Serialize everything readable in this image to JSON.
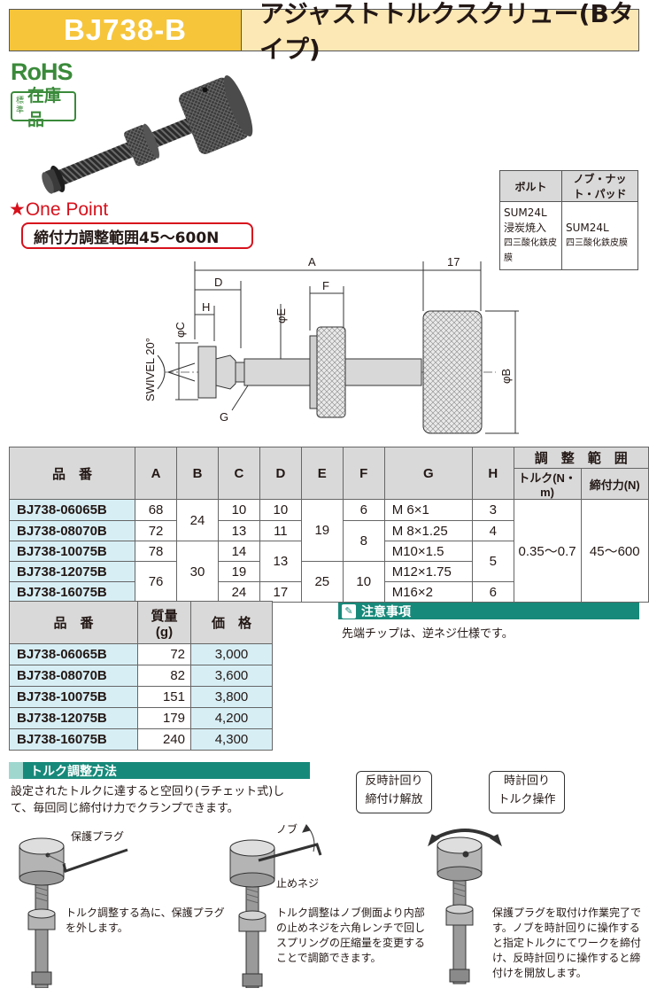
{
  "header": {
    "code": "BJ738-B",
    "title": "アジャストトルクスクリュー(Bタイプ)"
  },
  "badges": {
    "rohs": "RoHS",
    "stock_small": "標準",
    "stock_big": "在庫品"
  },
  "one_point": {
    "head": "★One Point",
    "text": "締付力調整範囲45〜600N"
  },
  "material": {
    "headers": [
      "ボルト",
      "ノブ・ナット・パッド"
    ],
    "bolt": [
      "SUM24L",
      "浸炭焼入",
      "四三酸化鉄皮膜"
    ],
    "knob": [
      "SUM24L",
      "四三酸化鉄皮膜"
    ]
  },
  "drawing": {
    "labels": {
      "A": "A",
      "d17": "17",
      "D": "D",
      "F": "F",
      "H": "H",
      "phiC": "φC",
      "phiE": "φE",
      "phiB": "φB",
      "G": "G",
      "swivel": "SWIVEL 20°"
    }
  },
  "spec": {
    "headers": {
      "pn": "品　番",
      "A": "A",
      "B": "B",
      "C": "C",
      "D": "D",
      "E": "E",
      "F": "F",
      "G": "G",
      "H": "H",
      "range": "調　整　範　囲",
      "torque": "トルク(N・m)",
      "force": "締付力(N)"
    },
    "rows": [
      {
        "pn": "BJ738-06065B",
        "A": "68",
        "C": "10",
        "D": "10",
        "F": "6",
        "G": "M 6×1",
        "H": "3"
      },
      {
        "pn": "BJ738-08070B",
        "A": "72",
        "C": "13",
        "D": "11",
        "G": "M 8×1.25",
        "H": "4"
      },
      {
        "pn": "BJ738-10075B",
        "A": "78",
        "C": "14",
        "G": "M10×1.5"
      },
      {
        "pn": "BJ738-12075B",
        "A": "76",
        "C": "19",
        "G": "M12×1.75"
      },
      {
        "pn": "BJ738-16075B",
        "C": "24",
        "D": "17",
        "G": "M16×2",
        "H": "6"
      }
    ],
    "merged": {
      "B1": "24",
      "B2": "30",
      "D34": "13",
      "E1": "19",
      "E2": "25",
      "F23": "8",
      "F45": "10",
      "H34": "5",
      "torque": "0.35〜0.7",
      "force": "45〜600"
    }
  },
  "price": {
    "headers": {
      "pn": "品　番",
      "mass": "質量",
      "mass_unit": "(g)",
      "price": "価　格"
    },
    "rows": [
      {
        "pn": "BJ738-06065B",
        "mass": "72",
        "price": "3,000"
      },
      {
        "pn": "BJ738-08070B",
        "mass": "82",
        "price": "3,600"
      },
      {
        "pn": "BJ738-10075B",
        "mass": "151",
        "price": "3,800"
      },
      {
        "pn": "BJ738-12075B",
        "mass": "179",
        "price": "4,200"
      },
      {
        "pn": "BJ738-16075B",
        "mass": "240",
        "price": "4,300"
      }
    ]
  },
  "caution": {
    "title": "注意事項",
    "text": "先端チップは、逆ネジ仕様です。"
  },
  "torque": {
    "title": "トルク調整方法",
    "desc": "設定されたトルクに達すると空回り(ラチェット式)して、毎回同じ締付け力でクランプできます。",
    "fig1": {
      "label": "保護プラグ",
      "note": "トルク調整する為に、保護プラグを外します。"
    },
    "fig2": {
      "label_knob": "ノブ",
      "label_screw": "止めネジ",
      "note": "トルク調整はノブ側面より内部の止めネジを六角レンチで回しスプリングの圧縮量を変更することで調節できます。"
    },
    "fig3": {
      "callout_left": [
        "反時計回り",
        "締付け解放"
      ],
      "callout_right": [
        "時計回り",
        "トルク操作"
      ],
      "note": "保護プラグを取付け作業完了です。ノブを時計回りに操作すると指定トルクにてワークを締付け、反時計回りに操作すると締付けを開放します。"
    }
  },
  "colors": {
    "header_code": "#f6c53a",
    "header_title": "#fbe8b4",
    "rohs": "#3a8a3a",
    "accent": "#d7111c",
    "teal": "#17897a",
    "row_blue": "#d7eef5",
    "head_gray": "#d9d9d9"
  }
}
